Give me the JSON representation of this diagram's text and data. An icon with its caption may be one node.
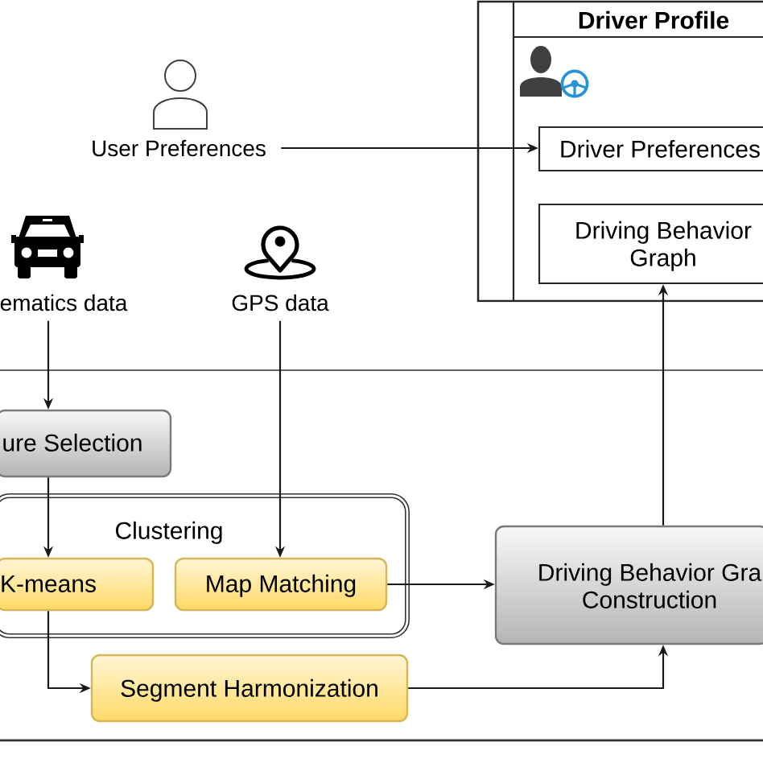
{
  "diagram": {
    "nodes": [
      {
        "text": [
          "Driver Profile"
        ]
      },
      {
        "text": [
          "User Preferences"
        ]
      },
      {
        "text": [
          "Driver Preferences"
        ],
        "in": 0
      },
      {
        "text": [
          "Driving Behavior Graph"
        ],
        "in": 0
      },
      {
        "text": [
          "ematics data"
        ]
      },
      {
        "text": [
          "GPS data"
        ]
      },
      {
        "text": [
          "ure Selection"
        ]
      },
      {
        "text": [
          "Clustering"
        ]
      },
      {
        "text": [
          "K-means"
        ],
        "in": 7
      },
      {
        "text": [
          "Map Matching"
        ],
        "in": 7
      },
      {
        "text": [
          "Driving Behavior Gra Construction"
        ]
      },
      {
        "text": [
          "Segment Harmonization"
        ]
      }
    ],
    "edges": [
      {
        "from": 1,
        "to": 2,
        "arrow": "to"
      },
      {
        "from": 4,
        "to": 6,
        "arrow": "to"
      },
      {
        "from": 5,
        "to": 9,
        "arrow": "to"
      },
      {
        "from": 6,
        "to": 8,
        "arrow": "to"
      },
      {
        "from": 8,
        "to": 11,
        "arrow": "to"
      },
      {
        "from": 9,
        "to": 10,
        "arrow": "to"
      },
      {
        "from": 11,
        "to": 10,
        "arrow": "to"
      },
      {
        "from": 10,
        "to": 3,
        "arrow": "to"
      }
    ]
  }
}
